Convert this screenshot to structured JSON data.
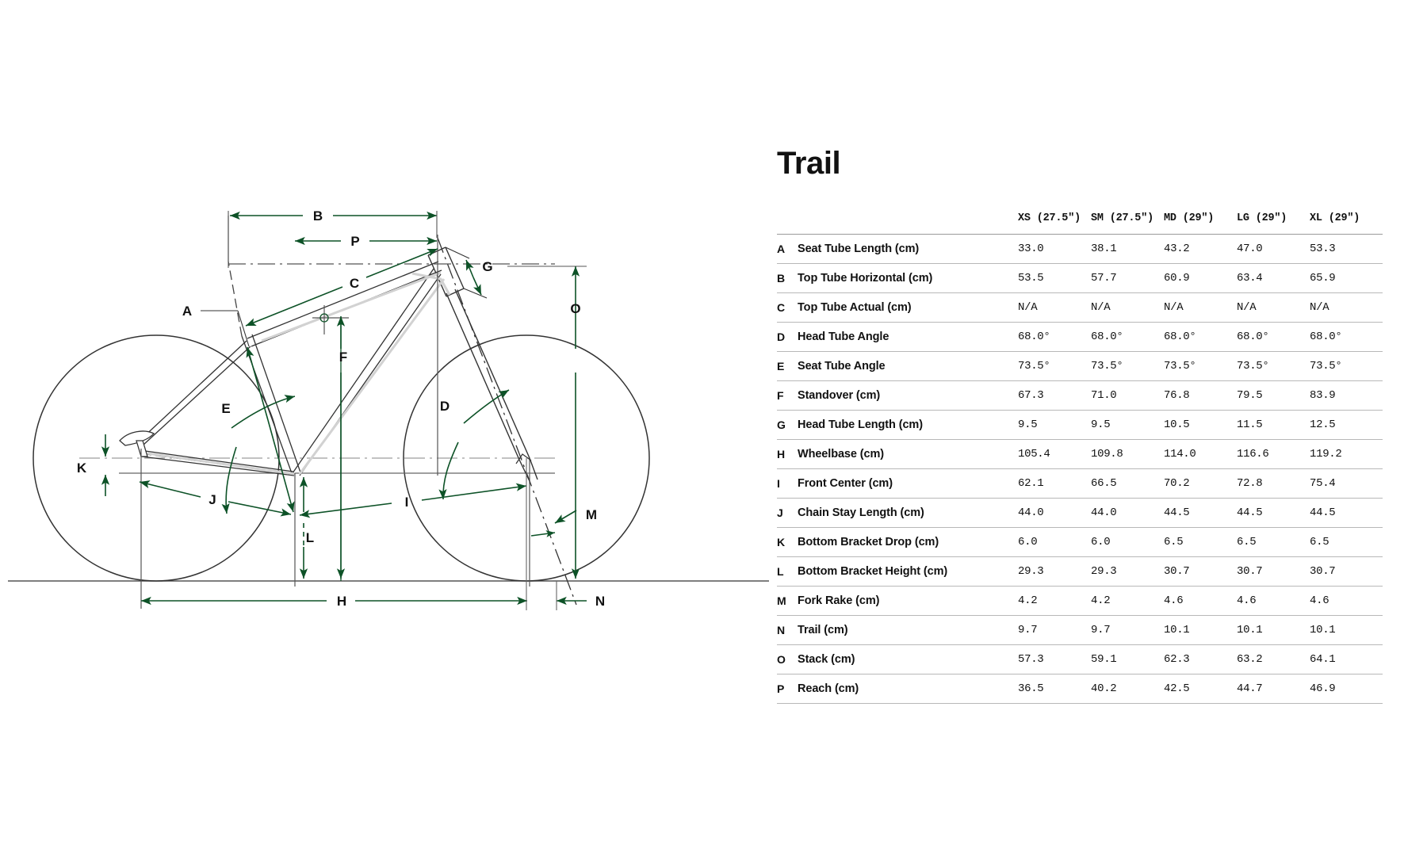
{
  "title": "Trail",
  "colors": {
    "dimension_green": "#0d5227",
    "frame_line": "#333333",
    "centerline_gray": "#8c8c8c",
    "text": "#111111",
    "rule": "#b8b8b8",
    "background": "#ffffff"
  },
  "table": {
    "row_key_header": "",
    "row_name_header": "",
    "columns": [
      "XS (27.5\")",
      "SM (27.5\")",
      "MD (29\")",
      "LG (29\")",
      "XL (29\")"
    ],
    "rows": [
      {
        "key": "A",
        "name": "Seat Tube Length (cm)",
        "values": [
          "33.0",
          "38.1",
          "43.2",
          "47.0",
          "53.3"
        ]
      },
      {
        "key": "B",
        "name": "Top Tube Horizontal (cm)",
        "values": [
          "53.5",
          "57.7",
          "60.9",
          "63.4",
          "65.9"
        ]
      },
      {
        "key": "C",
        "name": "Top Tube Actual (cm)",
        "values": [
          "N/A",
          "N/A",
          "N/A",
          "N/A",
          "N/A"
        ]
      },
      {
        "key": "D",
        "name": "Head Tube Angle",
        "values": [
          "68.0°",
          "68.0°",
          "68.0°",
          "68.0°",
          "68.0°"
        ]
      },
      {
        "key": "E",
        "name": "Seat Tube Angle",
        "values": [
          "73.5°",
          "73.5°",
          "73.5°",
          "73.5°",
          "73.5°"
        ]
      },
      {
        "key": "F",
        "name": "Standover (cm)",
        "values": [
          "67.3",
          "71.0",
          "76.8",
          "79.5",
          "83.9"
        ]
      },
      {
        "key": "G",
        "name": "Head Tube Length (cm)",
        "values": [
          "9.5",
          "9.5",
          "10.5",
          "11.5",
          "12.5"
        ]
      },
      {
        "key": "H",
        "name": "Wheelbase (cm)",
        "values": [
          "105.4",
          "109.8",
          "114.0",
          "116.6",
          "119.2"
        ]
      },
      {
        "key": "I",
        "name": "Front Center (cm)",
        "values": [
          "62.1",
          "66.5",
          "70.2",
          "72.8",
          "75.4"
        ]
      },
      {
        "key": "J",
        "name": "Chain Stay Length (cm)",
        "values": [
          "44.0",
          "44.0",
          "44.5",
          "44.5",
          "44.5"
        ]
      },
      {
        "key": "K",
        "name": "Bottom Bracket Drop (cm)",
        "values": [
          "6.0",
          "6.0",
          "6.5",
          "6.5",
          "6.5"
        ]
      },
      {
        "key": "L",
        "name": "Bottom Bracket Height (cm)",
        "values": [
          "29.3",
          "29.3",
          "30.7",
          "30.7",
          "30.7"
        ]
      },
      {
        "key": "M",
        "name": "Fork Rake (cm)",
        "values": [
          "4.2",
          "4.2",
          "4.6",
          "4.6",
          "4.6"
        ]
      },
      {
        "key": "N",
        "name": "Trail (cm)",
        "values": [
          "9.7",
          "9.7",
          "10.1",
          "10.1",
          "10.1"
        ]
      },
      {
        "key": "O",
        "name": "Stack (cm)",
        "values": [
          "57.3",
          "59.1",
          "62.3",
          "63.2",
          "64.1"
        ]
      },
      {
        "key": "P",
        "name": "Reach (cm)",
        "values": [
          "36.5",
          "40.2",
          "42.5",
          "44.7",
          "46.9"
        ]
      }
    ]
  },
  "diagram": {
    "labels": {
      "A": "A",
      "B": "B",
      "C": "C",
      "D": "D",
      "E": "E",
      "F": "F",
      "G": "G",
      "H": "H",
      "I": "I",
      "J": "J",
      "K": "K",
      "L": "L",
      "M": "M",
      "N": "N",
      "O": "O",
      "P": "P"
    }
  }
}
